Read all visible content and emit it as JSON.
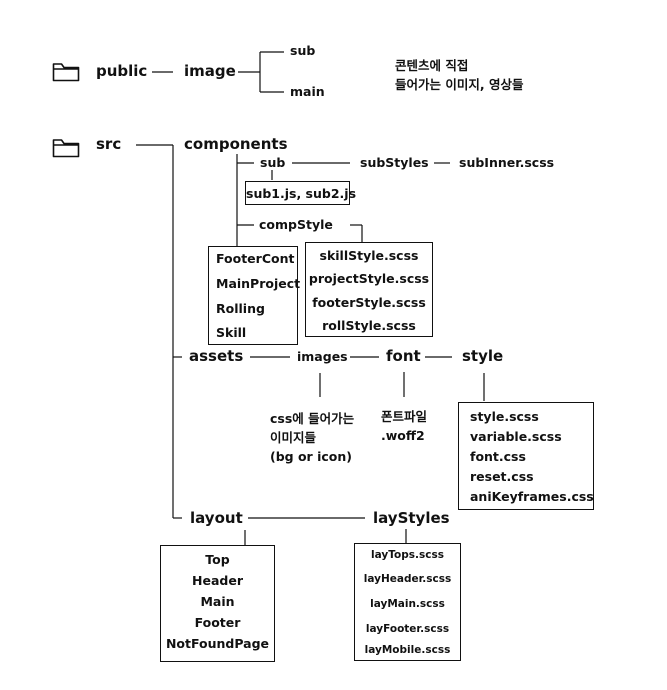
{
  "icons": {
    "folder": "folder-icon"
  },
  "public": {
    "label": "public",
    "image": "image",
    "sub": "sub",
    "main": "main",
    "note": [
      "콘텐츠에 직접",
      "들어가는 이미지, 영상들"
    ]
  },
  "src": {
    "label": "src",
    "components": {
      "label": "components",
      "sub": "sub",
      "sub_files": "sub1.js, sub2.js",
      "subStyles": "subStyles",
      "subInner": "subInner.scss",
      "compStyle": "compStyle",
      "comp_items": [
        "FooterCont",
        "MainProject",
        "Rolling",
        "Skill"
      ],
      "style_files": [
        "skillStyle.scss",
        "projectStyle.scss",
        "footerStyle.scss",
        "rollStyle.scss"
      ]
    },
    "assets": {
      "label": "assets",
      "images": "images",
      "images_note": [
        "css에 들어가는",
        "이미지들",
        "(bg or icon)"
      ],
      "font": "font",
      "font_note": [
        "폰트파일",
        ".woff2"
      ],
      "style": "style",
      "style_files": [
        "style.scss",
        "variable.scss",
        "font.css",
        "reset.css",
        "aniKeyframes.css"
      ]
    },
    "layout": {
      "label": "layout",
      "items": [
        "Top",
        "Header",
        "Main",
        "Footer",
        "NotFoundPage"
      ],
      "layStyles": "layStyles",
      "lay_files": [
        "layTops.scss",
        "layHeader.scss",
        "layMain.scss",
        "layFooter.scss",
        "layMobile.scss"
      ]
    }
  }
}
